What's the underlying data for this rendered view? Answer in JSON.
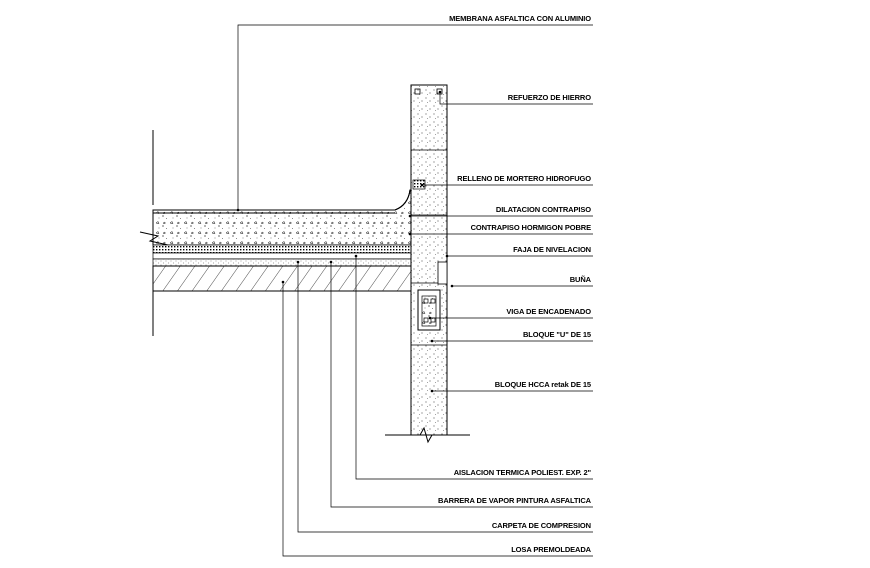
{
  "labels": {
    "membrana": "MEMBRANA ASFALTICA CON ALUMINIO",
    "refuerzo": "REFUERZO DE HIERRO",
    "relleno": "RELLENO DE MORTERO HIDROFUGO",
    "dilatacion": "DILATACION CONTRAPISO",
    "contrapiso": "CONTRAPISO HORMIGON POBRE",
    "faja": "FAJA DE NIVELACION",
    "buna": "BUÑA",
    "viga": "VIGA DE ENCADENADO",
    "bloque_u": "BLOQUE \"U\" DE 15",
    "bloque_hcca": "BLOQUE HCCA retak DE 15",
    "aislacion": "AISLACION TERMICA POLIEST. EXP. 2\"",
    "barrera": "BARRERA DE VAPOR PINTURA ASFALTICA",
    "carpeta": "CARPETA DE COMPRESION",
    "losa": "LOSA PREMOLDEADA"
  }
}
